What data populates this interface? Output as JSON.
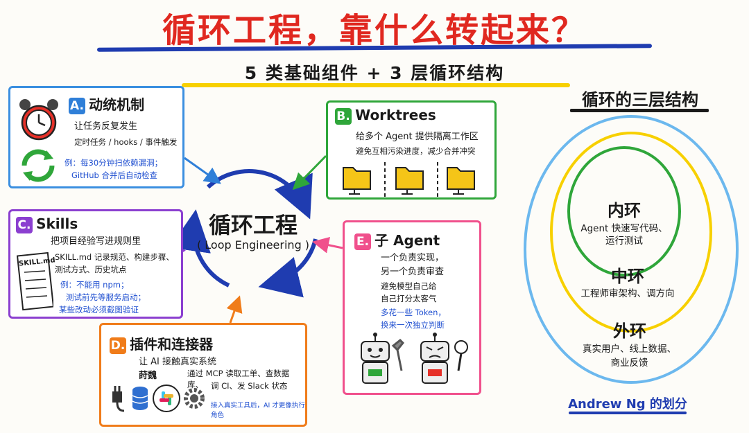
{
  "header": {
    "title": "循环工程，靠什么转起来？",
    "subtitle": "5 类基础组件 + 3 层循环结构"
  },
  "center": {
    "title": "循环工程",
    "subtitle": "( Loop Engineering )"
  },
  "cards": {
    "a": {
      "badge": "A.",
      "title": "动统机制",
      "desc": "让任务反复发生",
      "detail": "定时任务 / hooks / 事件触发",
      "example1": "例：每30分钟扫依赖漏洞；",
      "example2": "GitHub 合并后自动检查",
      "color": "#3b8fe0"
    },
    "b": {
      "badge": "B.",
      "title": "Worktrees",
      "desc": "给多个 Agent 提供隔离工作区",
      "detail": "避免互相污染进度，减少合并冲突",
      "color": "#2fa63a"
    },
    "c": {
      "badge": "C.",
      "title": "Skills",
      "desc": "把项目经验写进规则里",
      "file_label": "SKILL.md",
      "detail1": "SKILL.md 记录规范、构建步骤、",
      "detail2": "测试方式、历史坑点",
      "example1": "例：不能用 npm；",
      "example2": "测试前先等服务启动；",
      "example3": "某些改动必须截图验证",
      "color": "#8b3fd0"
    },
    "d": {
      "badge": "D.",
      "title": "插件和连接器",
      "desc": "让 AI 接触真实系统",
      "label": "莳魏",
      "detail1": "通过 MCP 读取工单、查数据库、",
      "detail2": "调 CI、发 Slack 状态",
      "note": "接入真实工具后，AI 才更像执行角色",
      "color": "#f07c1a"
    },
    "e": {
      "badge": "E.",
      "title": "子 Agent",
      "desc1": "一个负责实现，",
      "desc2": "另一个负责审查",
      "detail1": "避免模型自己给",
      "detail2": "自己打分太客气",
      "example1": "多花一些 Token，",
      "example2": "换来一次独立判断",
      "color": "#f0508c"
    }
  },
  "rings": {
    "title": "循环的三层结构",
    "inner": {
      "title": "内环",
      "desc1": "Agent 快速写代码、",
      "desc2": "运行测试",
      "color": "#2fa63a"
    },
    "middle": {
      "title": "中环",
      "desc": "工程师审架构、调方向",
      "color": "#f7d000"
    },
    "outer": {
      "title": "外环",
      "desc1": "真实用户、线上数据、",
      "desc2": "商业反馈",
      "color": "#6cb8ee"
    },
    "credit": "Andrew Ng 的划分"
  }
}
